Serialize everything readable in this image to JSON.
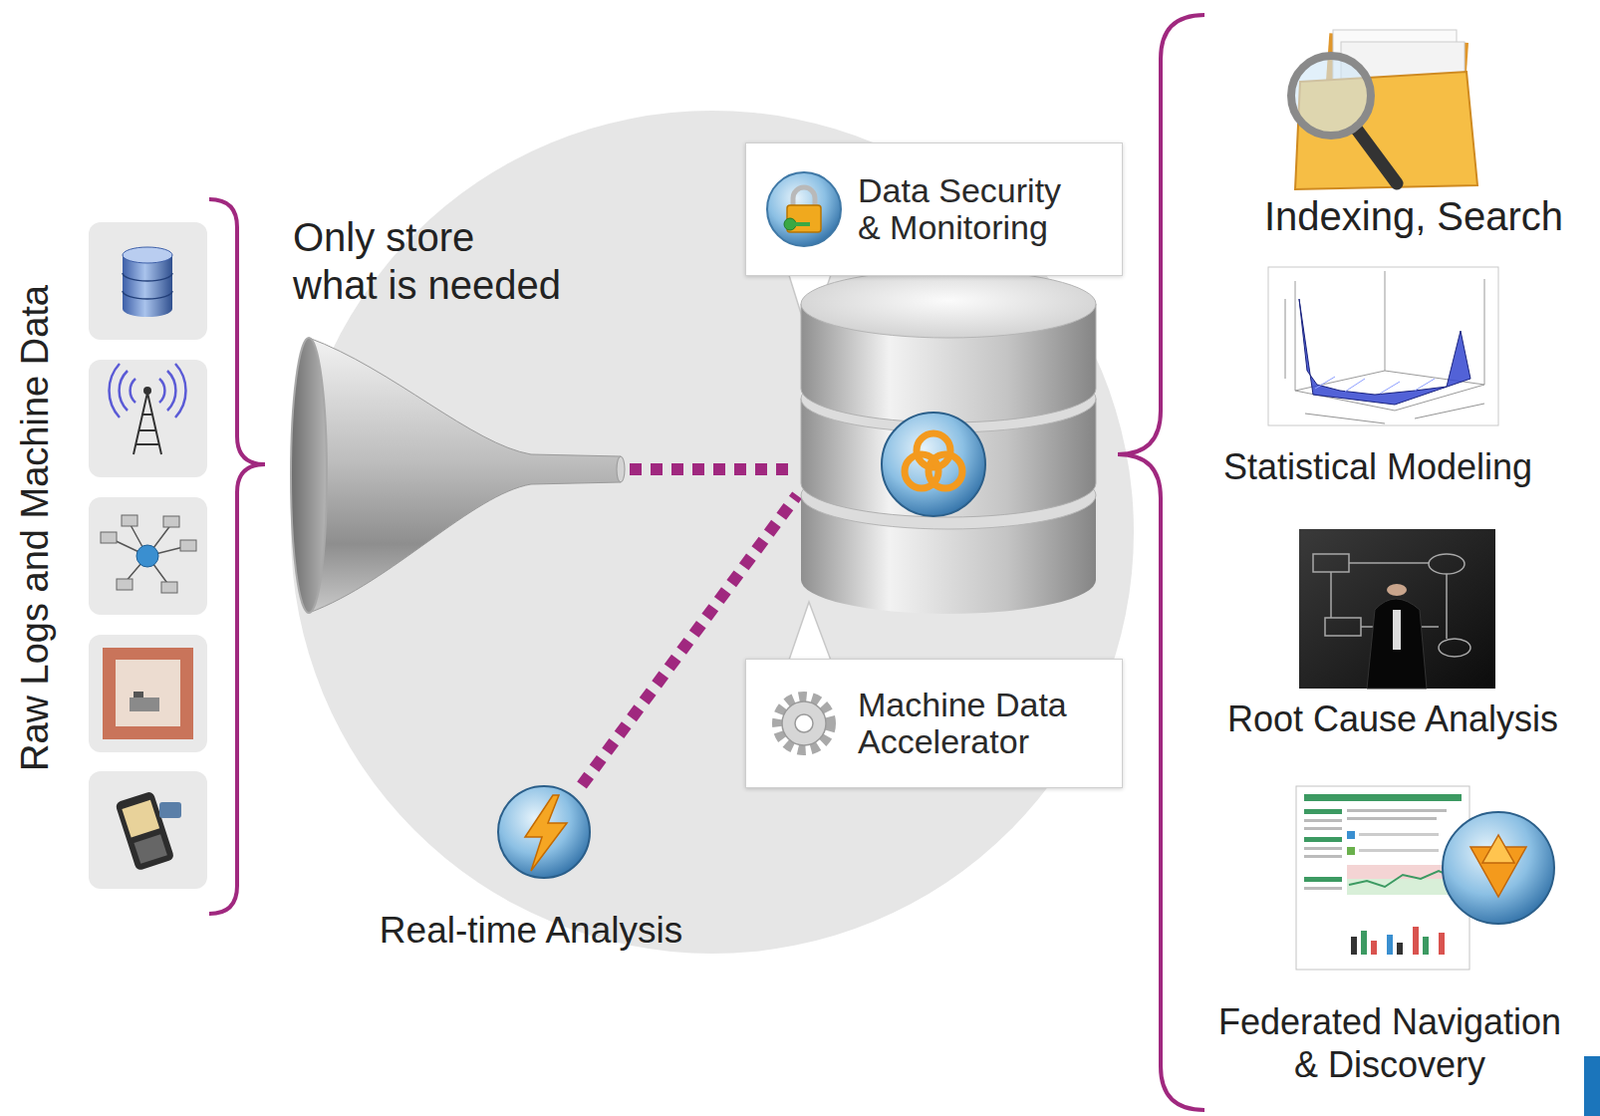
{
  "diagram": {
    "nodes": [
      {
        "text": [
          "Only store what is needed"
        ]
      },
      {
        "text": [
          "Data Security & Monitoring"
        ]
      },
      {
        "text": [
          "Machine Data Accelerator"
        ]
      },
      {
        "text": [
          "Real-time Analysis"
        ]
      }
    ],
    "labels": [
      "Raw Logs and Machine Data",
      "Indexing, Search",
      "Statistical Modeling",
      "Root Cause Analysis",
      "Federated Navigation & Discovery"
    ]
  }
}
